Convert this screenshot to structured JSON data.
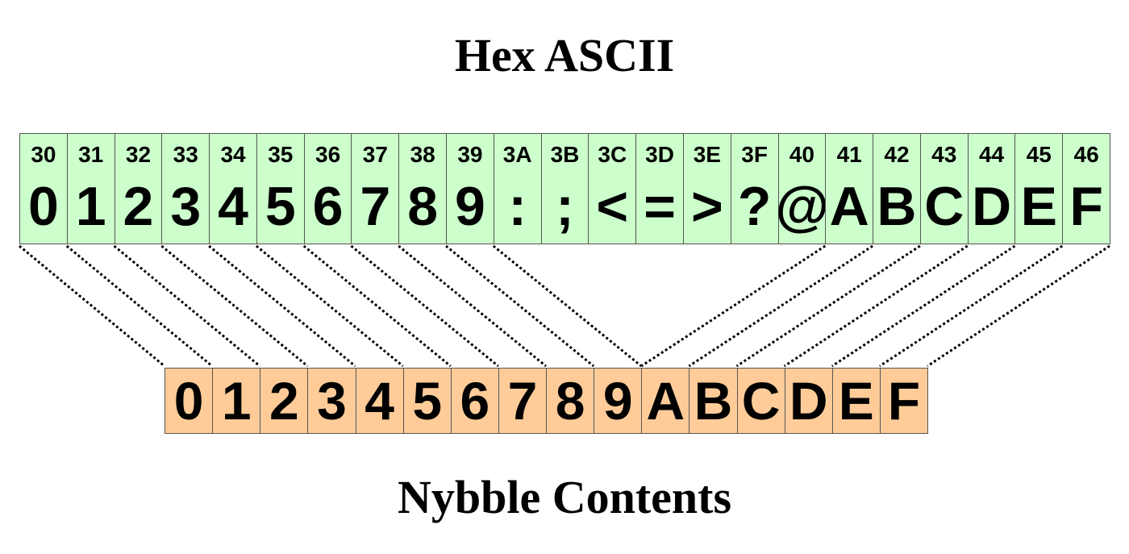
{
  "title": "Hex ASCII",
  "footer_title": "Nybble Contents",
  "colors": {
    "ascii_fill": "#CCFFCC",
    "nybble_fill": "#FFCC99",
    "border": "#555555",
    "connector": "#000000"
  },
  "ascii_cells": [
    {
      "hex": "30",
      "char": "0"
    },
    {
      "hex": "31",
      "char": "1"
    },
    {
      "hex": "32",
      "char": "2"
    },
    {
      "hex": "33",
      "char": "3"
    },
    {
      "hex": "34",
      "char": "4"
    },
    {
      "hex": "35",
      "char": "5"
    },
    {
      "hex": "36",
      "char": "6"
    },
    {
      "hex": "37",
      "char": "7"
    },
    {
      "hex": "38",
      "char": "8"
    },
    {
      "hex": "39",
      "char": "9"
    },
    {
      "hex": "3A",
      "char": ":"
    },
    {
      "hex": "3B",
      "char": ";"
    },
    {
      "hex": "3C",
      "char": "<"
    },
    {
      "hex": "3D",
      "char": "="
    },
    {
      "hex": "3E",
      "char": ">"
    },
    {
      "hex": "3F",
      "char": "?"
    },
    {
      "hex": "40",
      "char": "@"
    },
    {
      "hex": "41",
      "char": "A"
    },
    {
      "hex": "42",
      "char": "B"
    },
    {
      "hex": "43",
      "char": "C"
    },
    {
      "hex": "44",
      "char": "D"
    },
    {
      "hex": "45",
      "char": "E"
    },
    {
      "hex": "46",
      "char": "F"
    }
  ],
  "nybble_cells": [
    "0",
    "1",
    "2",
    "3",
    "4",
    "5",
    "6",
    "7",
    "8",
    "9",
    "A",
    "B",
    "C",
    "D",
    "E",
    "F"
  ],
  "connections": [
    {
      "from": "30",
      "to": "0"
    },
    {
      "from": "31",
      "to": "1"
    },
    {
      "from": "32",
      "to": "2"
    },
    {
      "from": "33",
      "to": "3"
    },
    {
      "from": "34",
      "to": "4"
    },
    {
      "from": "35",
      "to": "5"
    },
    {
      "from": "36",
      "to": "6"
    },
    {
      "from": "37",
      "to": "7"
    },
    {
      "from": "38",
      "to": "8"
    },
    {
      "from": "39",
      "to": "9"
    },
    {
      "from": "3A",
      "to": "9"
    },
    {
      "from": "40",
      "to": "9"
    },
    {
      "from": "41",
      "to": "A"
    },
    {
      "from": "42",
      "to": "B"
    },
    {
      "from": "43",
      "to": "C"
    },
    {
      "from": "44",
      "to": "D"
    },
    {
      "from": "45",
      "to": "E"
    },
    {
      "from": "46",
      "to": "F"
    }
  ]
}
